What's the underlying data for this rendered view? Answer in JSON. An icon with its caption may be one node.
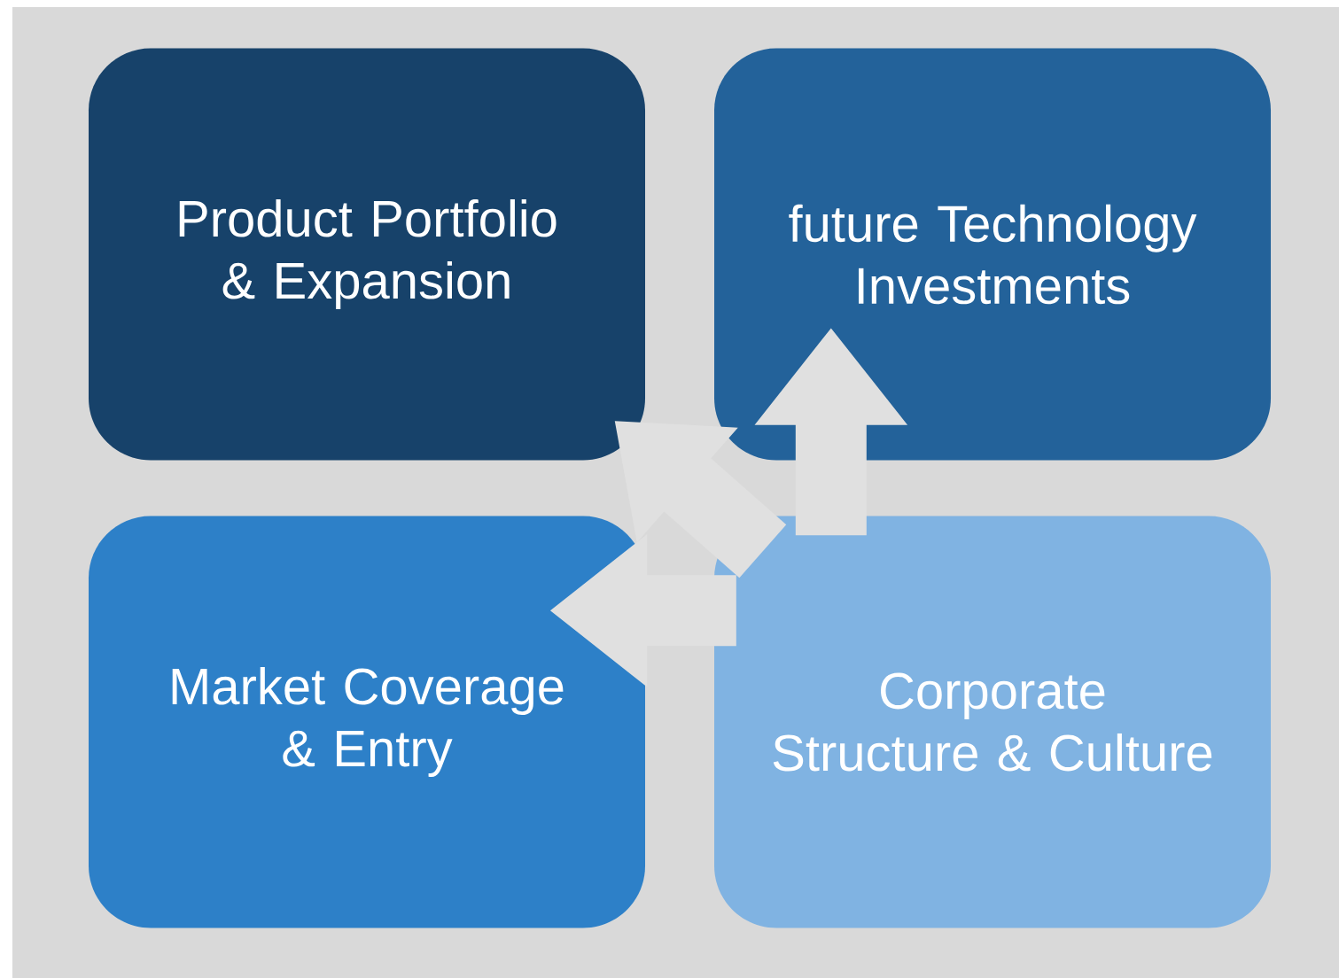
{
  "diagram": {
    "nodes": [
      {
        "text": [
          "Product Portfolio & Expansion"
        ]
      },
      {
        "text": [
          "future Technology Investments"
        ]
      },
      {
        "text": [
          "Market Coverage & Entry"
        ]
      },
      {
        "text": [
          "Corporate Structure & Culture"
        ]
      }
    ],
    "edges": [
      {
        "from": 3,
        "to": 2,
        "arrow": "to"
      },
      {
        "from": 3,
        "to": 0,
        "arrow": "to"
      },
      {
        "from": 3,
        "to": 1,
        "arrow": "to"
      }
    ]
  }
}
